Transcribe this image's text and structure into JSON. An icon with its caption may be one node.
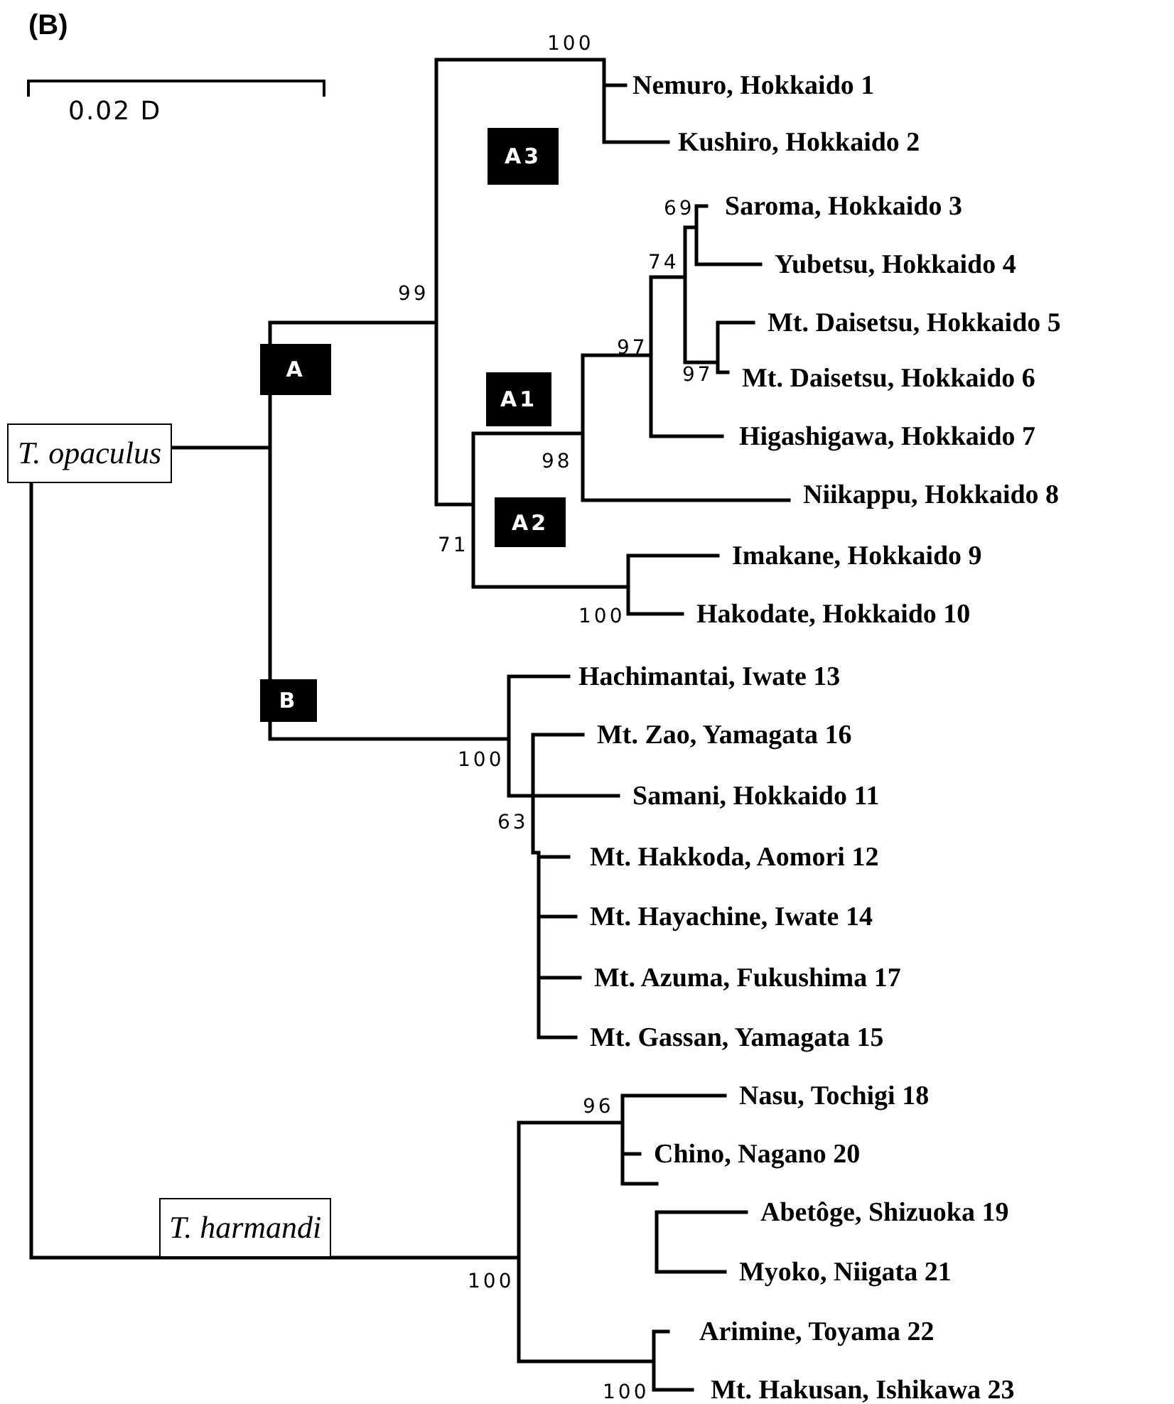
{
  "diagram": {
    "nodes": [
      {
        "text": [
          "A3"
        ]
      },
      {
        "text": [
          "A"
        ]
      },
      {
        "text": [
          "A1"
        ]
      },
      {
        "text": [
          "T. opaculus"
        ]
      },
      {
        "text": [
          "A2"
        ]
      },
      {
        "text": [
          "B"
        ]
      },
      {
        "text": [
          "T. harmandi"
        ]
      }
    ],
    "labels": [
      "(B)",
      "0.02 D",
      "100",
      "Nemuro, Hokkaido 1",
      "Kushiro, Hokkaido 2",
      "69",
      "Saroma, Hokkaido 3",
      "Yubetsu, Hokkaido 4",
      "99",
      "74",
      "Mt. Daisetsu, Hokkaido 5",
      "97",
      "97",
      "Mt. Daisetsu, Hokkaido 6",
      "Higashigawa, Hokkaido 7",
      "98",
      "Niikappu, Hokkaido 8",
      "71",
      "Imakane, Hokkaido 9",
      "100",
      "Hakodate, Hokkaido 10",
      "Hachimantai, Iwate 13",
      "Mt. Zao, Yamagata 16",
      "100",
      "Samani, Hokkaido 11",
      "63",
      "Mt. Hakkoda, Aomori 12",
      "Mt. Hayachine, Iwate 14",
      "Mt. Azuma, Fukushima 17",
      "Mt. Gassan, Yamagata 15",
      "Nasu, Tochigi 18",
      "96",
      "Chino, Nagano 20",
      "Abetôge, Shizuoka 19",
      "Myoko, Niigata 21",
      "100",
      "Arimine, Toyama 22",
      "100",
      "Mt. Hakusan, Ishikawa 23"
    ]
  }
}
